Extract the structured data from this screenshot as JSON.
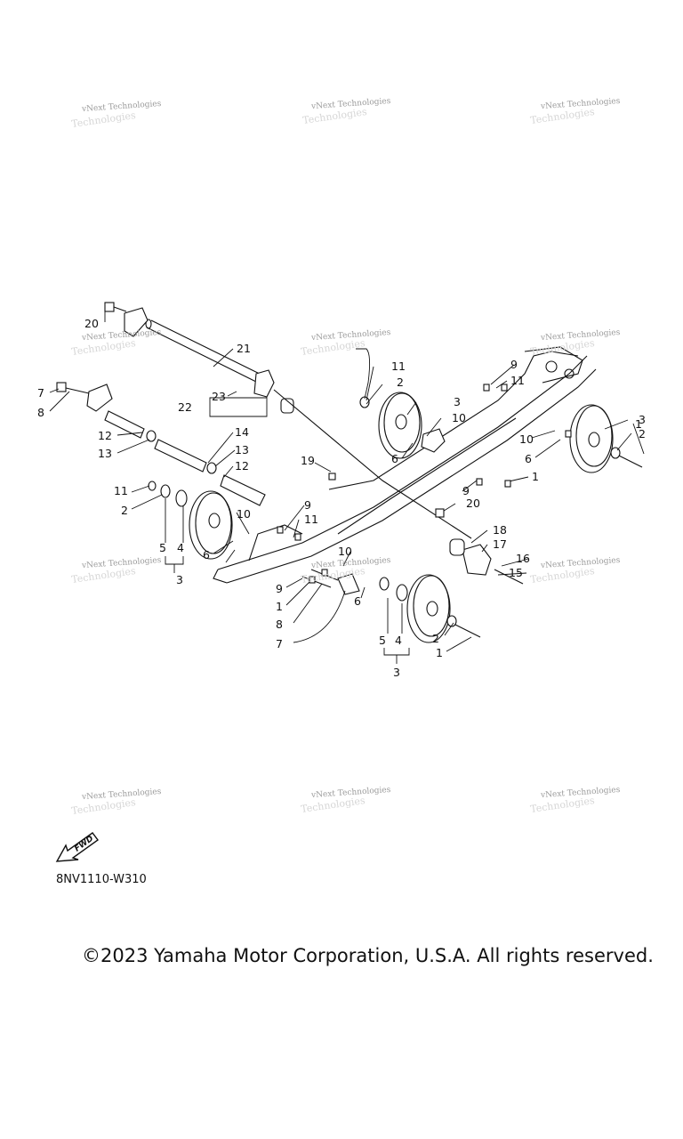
{
  "watermark": {
    "line1": "vNext Technologies",
    "line2": "Technologies"
  },
  "diagram_code": "8NV1110-W310",
  "copyright": "©2023 Yamaha Motor Corporation, U.S.A. All rights reserved.",
  "fwd_label": "FWD",
  "callouts": {
    "c1": "1",
    "c2": "2",
    "c3": "3",
    "c4": "4",
    "c5": "5",
    "c6": "6",
    "c7": "7",
    "c8": "8",
    "c9": "9",
    "c10": "10",
    "c11": "11",
    "c12": "12",
    "c13": "13",
    "c14": "14",
    "c15": "15",
    "c16": "16",
    "c17": "17",
    "c18": "18",
    "c19": "19",
    "c20": "20",
    "c21": "21",
    "c22": "22",
    "c23": "23"
  }
}
